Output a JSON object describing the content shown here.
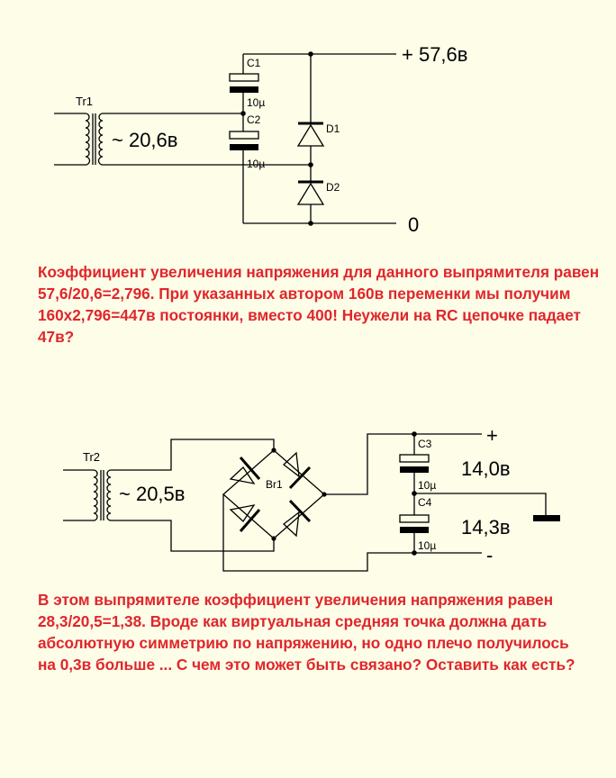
{
  "circuit1": {
    "transformer": "Tr1",
    "ac_voltage": "~ 20,6в",
    "c1_name": "C1",
    "c1_value": "10µ",
    "c2_name": "C2",
    "c2_value": "10µ",
    "d1_name": "D1",
    "d2_name": "D2",
    "out_positive": "+ 57,6в",
    "out_zero": "0"
  },
  "note1": "Коэффициент увеличения напряжения для данного выпрямителя равен 57,6/20,6=2,796. При указанных автором 160в переменки мы получим 160х2,796=447в постоянки, вместо 400!  Неужели на RC цепочке падает 47в?",
  "circuit2": {
    "transformer": "Tr2",
    "ac_voltage": "~ 20,5в",
    "bridge_name": "Br1",
    "c3_name": "C3",
    "c3_value": "10µ",
    "c4_name": "C4",
    "c4_value": "10µ",
    "voltage_upper": "14,0в",
    "voltage_lower": "14,3в",
    "plus_sign": "+",
    "minus_sign": "-"
  },
  "note2": "В этом выпрямителе коэффициент увеличения напряжения равен 28,3/20,5=1,38. Вроде как виртуальная средняя точка должна дать абсолютную симметрию по напряжению, но одно плечо получилось на 0,3в больше ... С чем это может быть связано? Оставить как есть?"
}
